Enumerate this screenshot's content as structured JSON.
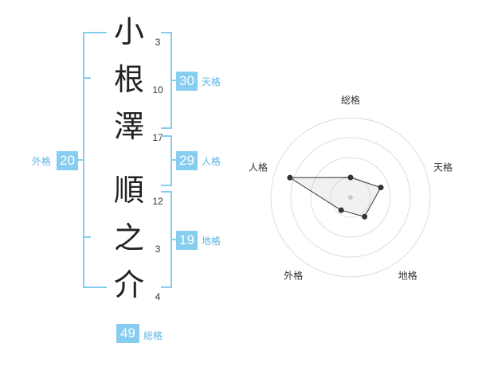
{
  "name": {
    "chars": [
      {
        "char": "小",
        "strokes": "3"
      },
      {
        "char": "根",
        "strokes": "10"
      },
      {
        "char": "澤",
        "strokes": "17"
      },
      {
        "char": "順",
        "strokes": "12"
      },
      {
        "char": "之",
        "strokes": "3"
      },
      {
        "char": "介",
        "strokes": "4"
      }
    ]
  },
  "kakusu": {
    "tenkaku": {
      "label": "天格",
      "value": "30"
    },
    "jinkaku": {
      "label": "人格",
      "value": "29"
    },
    "chikaku": {
      "label": "地格",
      "value": "19"
    },
    "gaikaku": {
      "label": "外格",
      "value": "20"
    },
    "soukaku": {
      "label": "総格",
      "value": "49"
    }
  },
  "colors": {
    "accent": "#87cdf0",
    "accent_text": "#5bb5e6"
  },
  "chart_data": {
    "type": "radar",
    "axes": [
      "総格",
      "天格",
      "地格",
      "外格",
      "人格"
    ],
    "values": [
      0.25,
      0.4,
      0.3,
      0.2,
      0.8
    ],
    "range": [
      0,
      1
    ],
    "rings": 4
  }
}
